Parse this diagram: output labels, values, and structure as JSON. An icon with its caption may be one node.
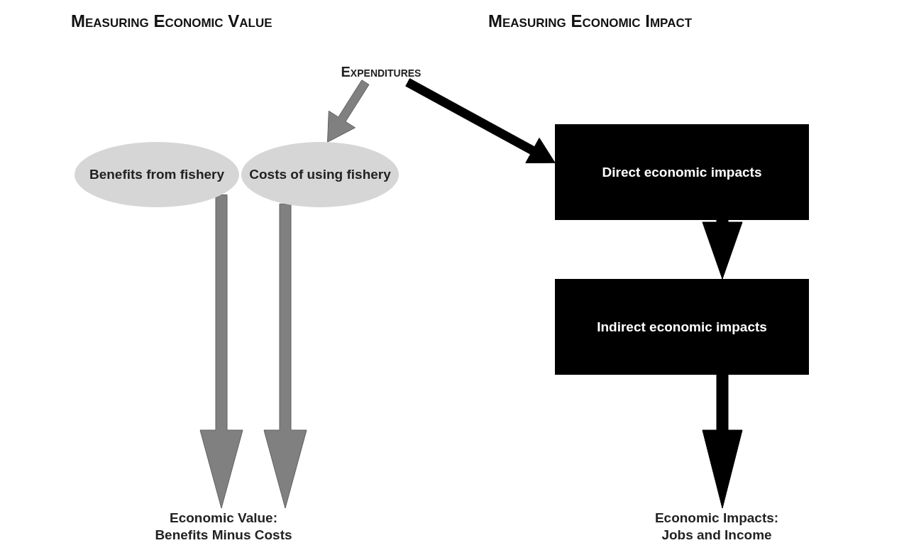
{
  "diagram": {
    "nodes": [
      {
        "text": [
          "Expenditures"
        ]
      },
      {
        "text": [
          "Benefits from fishery"
        ]
      },
      {
        "text": [
          "Costs of using fishery"
        ]
      },
      {
        "text": [
          "Direct economic impacts"
        ]
      },
      {
        "text": [
          "Indirect economic impacts"
        ]
      },
      {
        "text": [
          "Economic Value: Benefits Minus Costs"
        ]
      },
      {
        "text": [
          "Economic Impacts: Jobs and Income"
        ]
      }
    ],
    "edges": [
      {
        "from": 0,
        "to": 2,
        "arrow": "to",
        "color": "#808080"
      },
      {
        "from": 0,
        "to": 3,
        "arrow": "to"
      },
      {
        "from": 1,
        "to": 5,
        "arrow": "to",
        "color": "#808080"
      },
      {
        "from": 2,
        "to": 5,
        "arrow": "to",
        "color": "#808080"
      },
      {
        "from": 3,
        "to": 4,
        "arrow": "to"
      },
      {
        "from": 4,
        "to": 6,
        "arrow": "to"
      }
    ],
    "labels": [
      "Measuring Economic Value",
      "Measuring Economic Impact"
    ]
  }
}
